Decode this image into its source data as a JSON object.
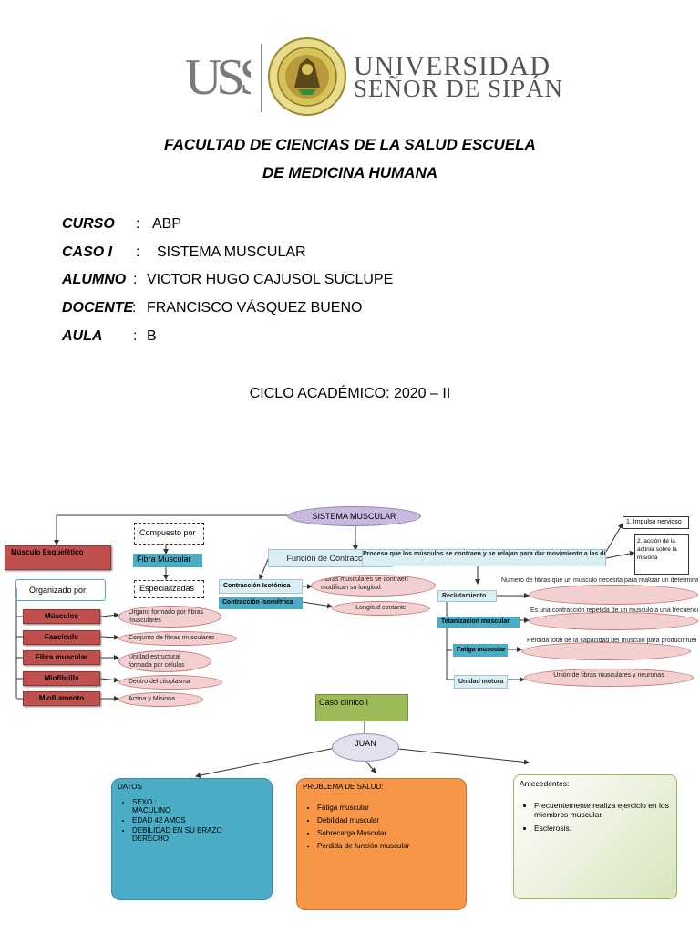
{
  "header": {
    "logo_text": "USS",
    "university_line1": "UNIVERSIDAD",
    "university_line2": "SEÑOR DE SIPÁN"
  },
  "faculty": {
    "line1": "FACULTAD DE CIENCIAS DE LA SALUD ESCUELA",
    "line2": "DE MEDICINA HUMANA"
  },
  "info": [
    {
      "label": "CURSO",
      "sep": ":",
      "value": "ABP"
    },
    {
      "label": "CASO I",
      "sep": ":",
      "value": "SISTEMA MUSCULAR"
    },
    {
      "label": "ALUMNO",
      "sep": ":",
      "value": "VICTOR HUGO CAJUSOL SUCLUPE"
    },
    {
      "label": "DOCENTE",
      "sep": ":",
      "value": "FRANCISCO VÁSQUEZ BUENO"
    },
    {
      "label": "AULA",
      "sep": ":",
      "value": "B"
    }
  ],
  "ciclo": "CICLO ACADÉMICO: 2020 – II",
  "map": {
    "root": "SISTEMA MUSCULAR",
    "esqueletico": "Músculo Esquelético",
    "compuesto": "Compuesto por",
    "fibra": "Fibra Muscular",
    "especializadas": "Especializadas",
    "organizado": "Organizado por:",
    "left_items": [
      {
        "label": "Músculos",
        "desc": "Órgano formado por fibras musculares"
      },
      {
        "label": "Fascículo",
        "desc": "Conjunto de fibras musculares"
      },
      {
        "label": "Fibra muscular",
        "desc": "Unidad estructural formada por células"
      },
      {
        "label": "Miofibrilla",
        "desc": "Dentro del citoplasma"
      },
      {
        "label": "Miofilamento",
        "desc": "Actina y Misiona"
      }
    ],
    "funcion": "Función de Contracción",
    "isotonica": "Contracción Isotónica",
    "isotonica_desc": "Fibras musculares se contraen modifican su longitud",
    "isometrica": "Contracción Isométrica",
    "isometrica_desc": "Longitud contante",
    "proceso": "Proceso que los músculos se contraen y se relajan para dar movimiento a las diferentes",
    "impulso": "1. Impulso nervioso",
    "accion": "2. acción de la actinia sobre la misiona",
    "right_items": [
      {
        "label": "Reclutamiento",
        "desc": "Numero de fibras que un musculo necesita para realizar un determinado esfuerzo"
      },
      {
        "label": "Tetanizacion muscular",
        "desc": "Es una contracción repetida de un musculo a una frecuencia"
      },
      {
        "label": "Fatiga muscular",
        "desc": "Perdida total de la capacidad del musculo para producir fuerza."
      },
      {
        "label": "Unidad motora",
        "desc": "Unión de fibras musculares y neuronas"
      }
    ]
  },
  "caso": {
    "title": "Caso clínico I",
    "patient": "JUAN",
    "datos_title": "DATOS",
    "datos": [
      "SEXO : MACULINO",
      "EDAD 42 AMOS",
      "DEBILIDAD EN SU BRAZO DERECHO"
    ],
    "problema_title": "PROBLEMA DE SALUD:",
    "problema": [
      "Fatiga muscular",
      "Debilidad muscular",
      "Sobrecarga Muscular",
      "Perdida de función muscular"
    ],
    "antecedentes_title": "Antecedentes:",
    "antecedentes": [
      "Frecuentemente realiza ejercicio en los miembros muscular.",
      "Esclerosis."
    ]
  }
}
